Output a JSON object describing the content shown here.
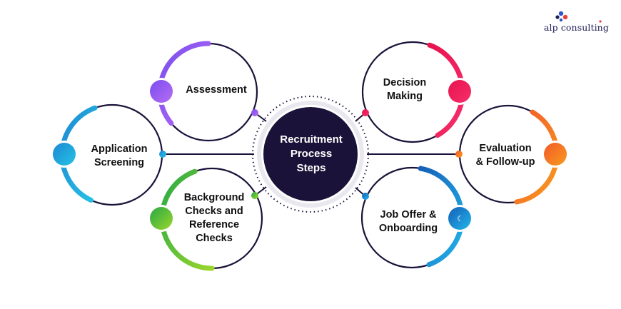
{
  "brand": {
    "name": "alp consulting",
    "colors": {
      "text": "#1d1d57",
      "dot_blue": "#2f56c9",
      "dot_red": "#e8403a",
      "dot_navy": "#1d1d57"
    }
  },
  "center": {
    "label": "Recruitment\nProcess\nSteps",
    "fill": "#1a1238"
  },
  "steps": [
    {
      "label": "Assessment",
      "color_start": "#7a4df0",
      "color_end": "#b66cf2"
    },
    {
      "label": "Application\nScreening",
      "color_start": "#1e88d2",
      "color_end": "#24c3e6"
    },
    {
      "label": "Background\nChecks and\nReference\nChecks",
      "color_start": "#27a844",
      "color_end": "#9ad62d"
    },
    {
      "label": "Decision\nMaking",
      "color_start": "#e8134f",
      "color_end": "#f52f6a"
    },
    {
      "label": "Evaluation\n& Follow-up",
      "color_start": "#f1592a",
      "color_end": "#f99b1e"
    },
    {
      "label": "Job Offer &\nOnboarding",
      "color_start": "#1560b8",
      "color_end": "#22b5ea"
    }
  ],
  "colors": {
    "ring_dark": "#1a1238",
    "connector": "#1a1238"
  }
}
